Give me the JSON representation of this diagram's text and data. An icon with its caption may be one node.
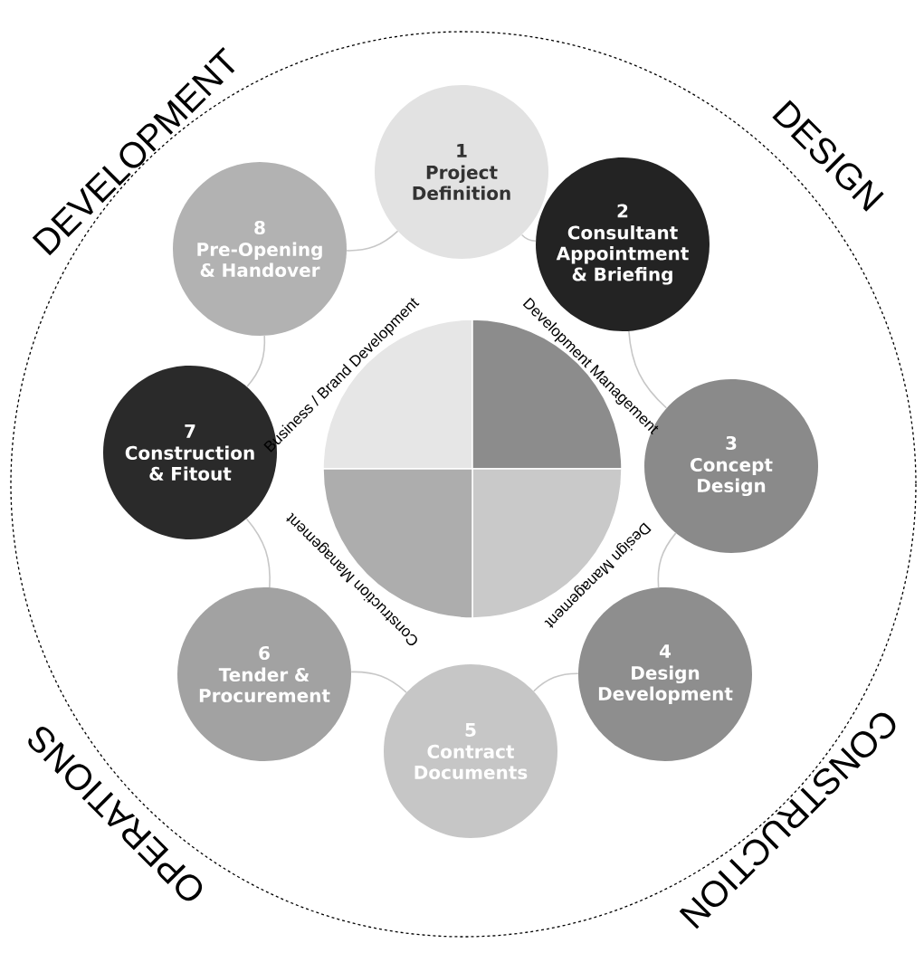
{
  "diagram": {
    "nodes": [
      {
        "text": [
          "1",
          "Project Definition"
        ]
      },
      {
        "text": [
          "2",
          "Consultant Appointment & Briefing"
        ]
      },
      {
        "text": [
          "3",
          "Concept Design"
        ]
      },
      {
        "text": [
          "4",
          "Design Development"
        ]
      },
      {
        "text": [
          "5",
          "Contract Documents"
        ]
      },
      {
        "text": [
          "6",
          "Tender & Procurement"
        ]
      },
      {
        "text": [
          "7",
          "Construction & Fitout"
        ]
      },
      {
        "text": [
          "8",
          "Pre-Opening & Handover"
        ]
      }
    ],
    "edges": [
      {
        "from": 0,
        "to": 1,
        "arrow": "none"
      },
      {
        "from": 1,
        "to": 2,
        "arrow": "none"
      },
      {
        "from": 2,
        "to": 3,
        "arrow": "none"
      },
      {
        "from": 3,
        "to": 4,
        "arrow": "none"
      },
      {
        "from": 4,
        "to": 5,
        "arrow": "none"
      },
      {
        "from": 5,
        "to": 6,
        "arrow": "none"
      },
      {
        "from": 6,
        "to": 7,
        "arrow": "none"
      },
      {
        "from": 7,
        "to": 0,
        "arrow": "none"
      }
    ],
    "labels": [
      "DEVELOPMENT",
      "DESIGN",
      "Business / Brand Development",
      "Development Management",
      "Design Management",
      "Construction Management",
      "CONSTRUCTION",
      "OPERATIONS"
    ]
  }
}
